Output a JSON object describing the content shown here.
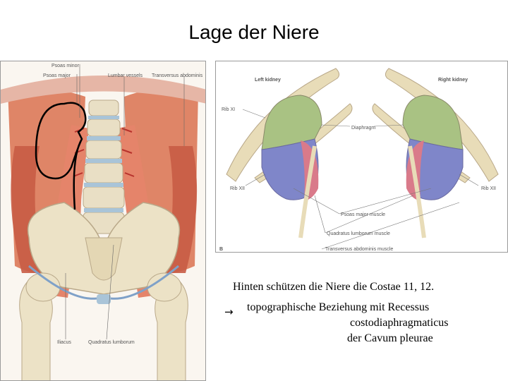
{
  "slide": {
    "title": "Lage der Niere"
  },
  "left_figure": {
    "labels": {
      "psoas_minor": "Psoas minor",
      "psoas_major": "Psoas major",
      "lumbar_vessels": "Lumbar vessels",
      "transversus_abdominis": "Transversus abdominis",
      "iliacus": "Iliacus",
      "quadratus_lumborum": "Quadratus lumborum"
    }
  },
  "right_figure": {
    "labels": {
      "left_kidney": "Left kidney",
      "right_kidney": "Right kidney",
      "rib_xi": "Rib XI",
      "rib_xii_left": "Rib XII",
      "rib_xii_right": "Rib XII",
      "diaphragm": "Diaphragm",
      "psoas_major_muscle": "Psoas major muscle",
      "quadratus_lumborum_muscle": "Quadratus lumborum muscle",
      "transversus_abdominis_muscle": "Transversus abdominis muscle",
      "panel_letter": "B"
    },
    "colors": {
      "diaphragm_zone": "#a9c283",
      "psoas_zone": "#7f86c9",
      "quadratus_zone": "#d97a8a",
      "transversus_zone": "#e0a0a8",
      "rib": "#e8dcb8"
    }
  },
  "caption": {
    "line1": "Hinten schützen die Niere die Costae 11, 12.",
    "arrow": "→",
    "line2": "topographische Beziehung mit Recessus",
    "line3": "costodiaphragmaticus",
    "line4": "der Cavum pleurae"
  }
}
